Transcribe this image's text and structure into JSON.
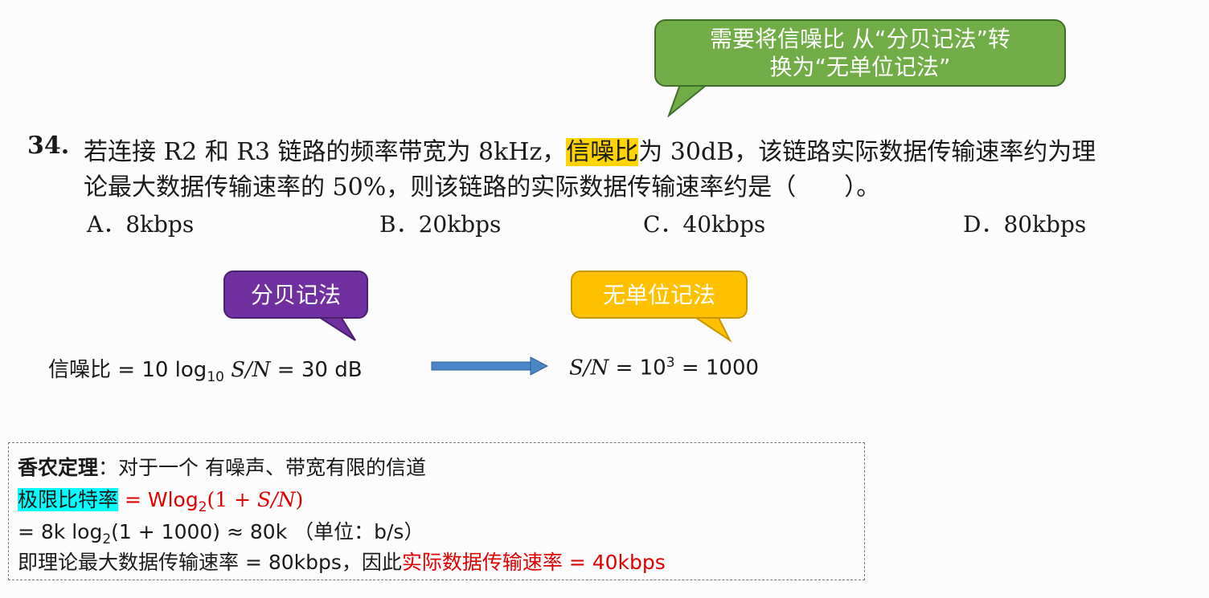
{
  "callouts": {
    "top_line1": "需要将信噪比 从“分贝记法”转",
    "top_line2": "换为“无单位记法”",
    "decibel": "分贝记法",
    "unitless": "无单位记法"
  },
  "question": {
    "number": "34.",
    "line1_before": "若连接 R2 和 R3 链路的频率带宽为 8kHz，",
    "line1_highlight": "信噪比",
    "line1_after": "为 30dB，该链路实际数据传输速率约为理",
    "line2": "论最大数据传输速率的 50%，则该链路的实际数据传输速率约是（　　）。",
    "options": [
      "A．8kbps",
      "B．20kbps",
      "C．40kbps",
      "D．80kbps"
    ]
  },
  "formula_db": {
    "label": "信噪比 = 10 log",
    "log_base": "10",
    "sn": "S/N",
    "result": " = 30 dB"
  },
  "formula_ratio": {
    "sn": "S/N",
    "eq": " = 10",
    "exp": "3",
    "result": " = 1000"
  },
  "shannon": {
    "title": "香农定理",
    "line1_rest": "：对于一个 有噪声、带宽有限的信道",
    "rate_label": "极限比特率",
    "rate_eq": " = Wlog",
    "rate_base": "2",
    "rate_paren": "(1 + ",
    "rate_sn": "S/N",
    "rate_close": ")",
    "line3_start": "= 8k log",
    "line3_base": "2",
    "line3_rest": "(1 + 1000) ≈ 80k （单位：b/s）",
    "line4_start": "即理论最大数据传输速率 = 80kbps，因此",
    "line4_red": "实际数据传输速率 = 40kbps"
  },
  "colors": {
    "green": "#70ad47",
    "purple": "#7030a0",
    "orange": "#ffc000",
    "highlight": "#ffd400",
    "cyan": "#00ffff",
    "red": "#e00000",
    "arrow": "#4a86c8"
  }
}
